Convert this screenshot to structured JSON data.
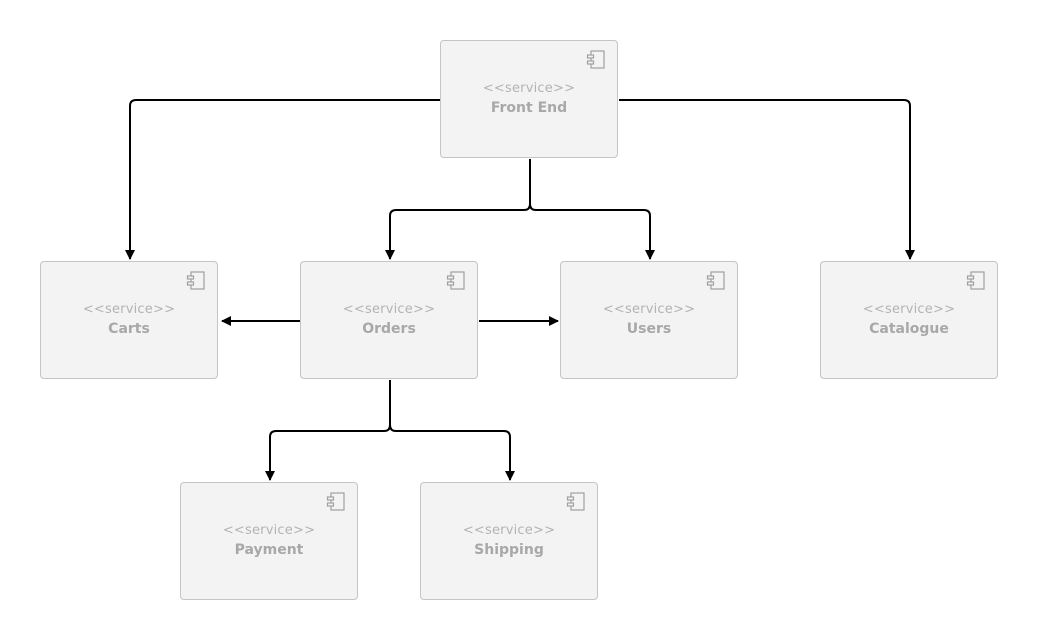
{
  "diagram": {
    "type": "component-diagram",
    "colors": {
      "node_fill": "#f3f3f3",
      "node_border": "#c4c4c4",
      "text": "#a8a8a8",
      "edge": "#000000"
    },
    "nodes": [
      {
        "id": "frontend",
        "stereotype": "<<service>>",
        "name": "Front End",
        "icon": "component-icon"
      },
      {
        "id": "carts",
        "stereotype": "<<service>>",
        "name": "Carts",
        "icon": "component-icon"
      },
      {
        "id": "orders",
        "stereotype": "<<service>>",
        "name": "Orders",
        "icon": "component-icon"
      },
      {
        "id": "users",
        "stereotype": "<<service>>",
        "name": "Users",
        "icon": "component-icon"
      },
      {
        "id": "catalogue",
        "stereotype": "<<service>>",
        "name": "Catalogue",
        "icon": "component-icon"
      },
      {
        "id": "payment",
        "stereotype": "<<service>>",
        "name": "Payment",
        "icon": "component-icon"
      },
      {
        "id": "shipping",
        "stereotype": "<<service>>",
        "name": "Shipping",
        "icon": "component-icon"
      }
    ],
    "edges": [
      {
        "from": "frontend",
        "to": "carts"
      },
      {
        "from": "frontend",
        "to": "orders"
      },
      {
        "from": "frontend",
        "to": "users"
      },
      {
        "from": "frontend",
        "to": "catalogue"
      },
      {
        "from": "orders",
        "to": "carts"
      },
      {
        "from": "orders",
        "to": "users"
      },
      {
        "from": "orders",
        "to": "payment"
      },
      {
        "from": "orders",
        "to": "shipping"
      }
    ]
  }
}
